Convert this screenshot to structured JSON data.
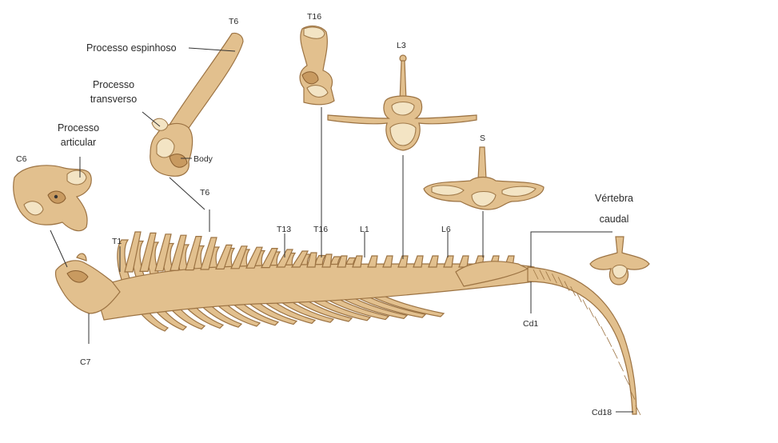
{
  "labels": {
    "process_spinous": "Processo espinhoso",
    "process_transverse_line1": "Processo",
    "process_transverse_line2": "transverso",
    "process_articular_line1": "Processo",
    "process_articular_line2": "articular",
    "body": "Body",
    "c6": "C6",
    "c7": "C7",
    "t1": "T1",
    "t6_top": "T6",
    "t6_spine": "T6",
    "t13": "T13",
    "t16_top": "T16",
    "t16_spine": "T16",
    "l1": "L1",
    "l3": "L3",
    "l6": "L6",
    "s": "S",
    "vertebra_caudal_line1": "Vértebra",
    "vertebra_caudal_line2": "caudal",
    "cd1": "Cd1",
    "cd18": "Cd18"
  },
  "colors": {
    "bone": "#e2c08e",
    "bone_light": "#f3e4c4",
    "bone_outline": "#9c7343",
    "leader_line": "#333333"
  }
}
